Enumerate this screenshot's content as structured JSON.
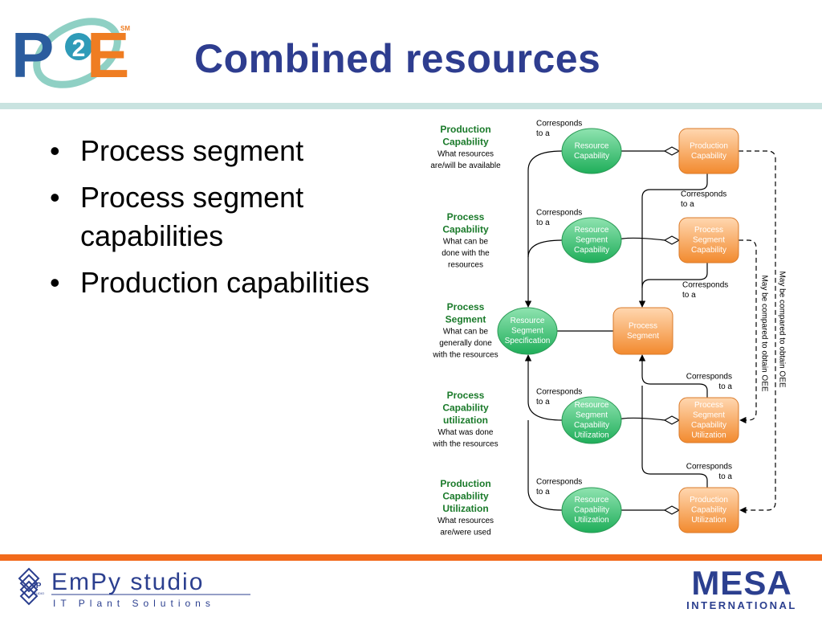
{
  "header": {
    "title": "Combined resources",
    "logo_letters_left": "P",
    "logo_letters_mid": "2",
    "logo_letters_right": "E",
    "logo_mark": "SM"
  },
  "bullets": [
    {
      "text": "Process segment"
    },
    {
      "text": "Process segment capabilities"
    },
    {
      "text": "Production capabilities"
    }
  ],
  "diagram": {
    "rows": [
      {
        "title": [
          "Production",
          "Capability"
        ],
        "desc": [
          "What resources",
          "are/will be available"
        ]
      },
      {
        "title": [
          "Process",
          "Capability"
        ],
        "desc": [
          "What can be",
          "done with the",
          "resources"
        ]
      },
      {
        "title": [
          "Process",
          "Segment"
        ],
        "desc": [
          "What can be",
          "generally done",
          "with the resources"
        ]
      },
      {
        "title": [
          "Process",
          "Capability",
          "utilization"
        ],
        "desc": [
          "What was done",
          "with the resources"
        ]
      },
      {
        "title": [
          "Production",
          "Capability",
          "Utilization"
        ],
        "desc": [
          "What resources",
          "are/were used"
        ]
      }
    ],
    "green_nodes": [
      {
        "lines": [
          "Resource",
          "Capability"
        ]
      },
      {
        "lines": [
          "Resource",
          "Segment",
          "Capability"
        ]
      },
      {
        "lines": [
          "Resource",
          "Segment",
          "Specification"
        ]
      },
      {
        "lines": [
          "Resource",
          "Segment",
          "Capability",
          "Utilization"
        ]
      },
      {
        "lines": [
          "Resource",
          "Capability",
          "Utilization"
        ]
      }
    ],
    "orange_nodes": [
      {
        "lines": [
          "Production",
          "Capability"
        ]
      },
      {
        "lines": [
          "Process",
          "Segment",
          "Capability"
        ]
      },
      {
        "lines": [
          "Process",
          "Segment"
        ]
      },
      {
        "lines": [
          "Process",
          "Segment",
          "Capability",
          "Utilization"
        ]
      },
      {
        "lines": [
          "Production",
          "Capability",
          "Utilization"
        ]
      }
    ],
    "corresponds_label": [
      "Corresponds",
      "to a"
    ],
    "oee_label": "May be compared to obtain OEE",
    "colors": {
      "green_top": "#8fe3b0",
      "green_bottom": "#1fae5a",
      "orange_top": "#ffd7b0",
      "orange_bottom": "#f28a2e",
      "title_green": "#1a7a2a"
    }
  },
  "footer": {
    "empy_name": "EmPy studio",
    "empy_tagline": "IT Plant Solutions",
    "empy_badge": "IP",
    "empy_badge_sub": "STUDIO",
    "mesa_name": "MESA",
    "mesa_sub": "INTERNATIONAL"
  }
}
